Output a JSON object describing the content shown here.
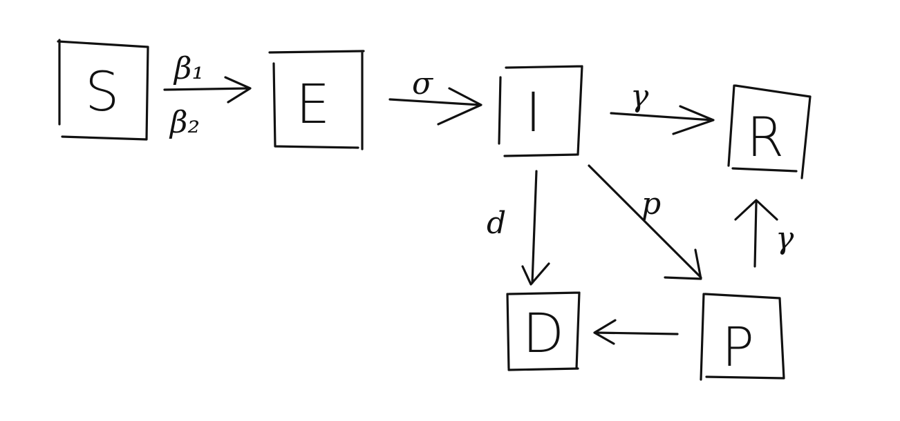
{
  "diagram": {
    "nodes": {
      "S": "S",
      "E": "E",
      "I": "I",
      "R": "R",
      "D": "D",
      "P": "P"
    },
    "edges": {
      "s_to_e": {
        "label_1": "β₁",
        "label_2": "β₂"
      },
      "e_to_i": {
        "label": "σ"
      },
      "i_to_r": {
        "label": "γ"
      },
      "i_to_d": {
        "label": "d"
      },
      "i_to_p": {
        "label": "p"
      },
      "p_to_r": {
        "label": "γ"
      },
      "p_to_d": {
        "label": ""
      }
    }
  }
}
